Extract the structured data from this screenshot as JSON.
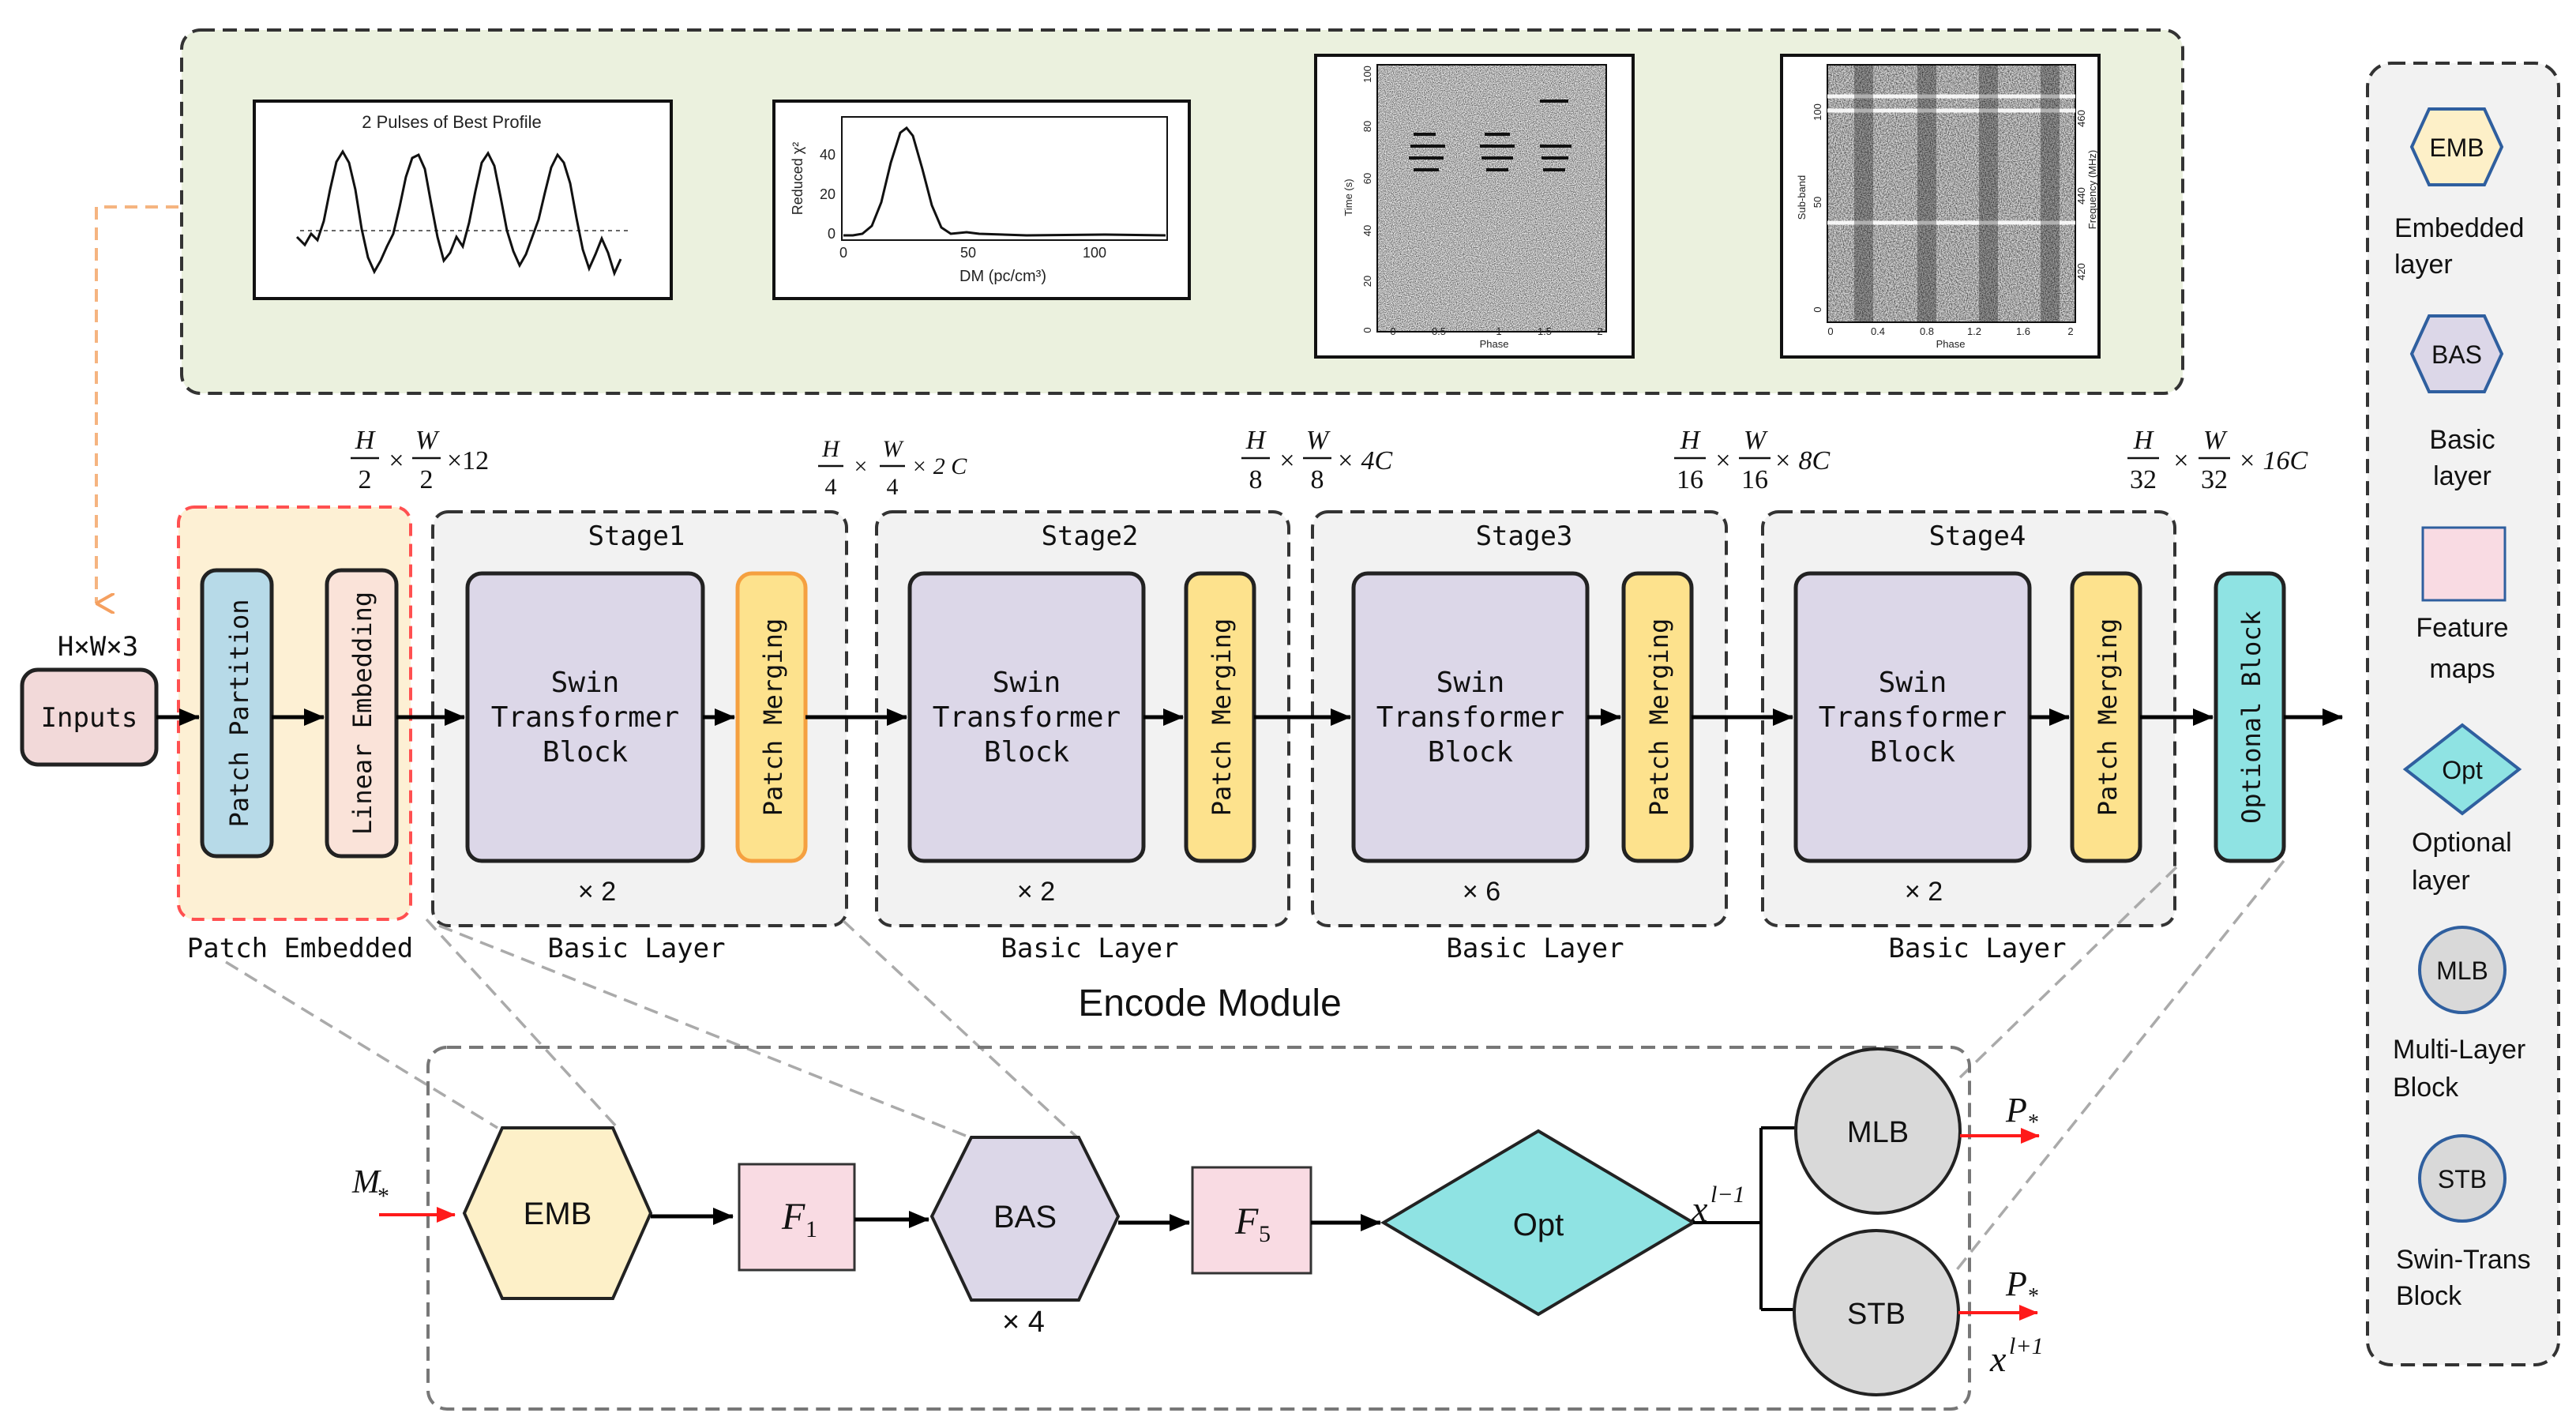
{
  "top_panel": {
    "profile_plot": {
      "title": "2 Pulses of Best Profile"
    },
    "dm_plot": {
      "ylabel": "Reduced χ²",
      "xlabel": "DM (pc/cm³)",
      "yticks": [
        "0",
        "20",
        "40"
      ],
      "xticks": [
        "0",
        "50",
        "100"
      ]
    },
    "time_phase_plot": {
      "ylabel": "Time (s)",
      "xlabel": "Phase",
      "yticks": [
        "0",
        "20",
        "40",
        "60",
        "80",
        "100"
      ],
      "xticks": [
        "0",
        "0.5",
        "1",
        "1.5",
        "2"
      ]
    },
    "subband_plot": {
      "ylabel": "Sub-band",
      "ylabel_right": "Frequency (MHz)",
      "xlabel": "Phase",
      "yticks": [
        "0",
        "50",
        "100"
      ],
      "yticks_right": [
        "420",
        "440",
        "460"
      ],
      "xticks": [
        "0",
        "0.4",
        "0.8",
        "1.2",
        "1.6",
        "2"
      ]
    }
  },
  "encoder": {
    "input_label": "Inputs",
    "input_dims": "H×W×3",
    "patch_partition": "Patch Partition",
    "linear_embedding": "Linear Embedding",
    "patch_embedded_label": "Patch Embedded",
    "dims": [
      {
        "num": "H",
        "den": "2",
        "num2": "W",
        "den2": "2",
        "mult": "×12"
      },
      {
        "num": "H",
        "den": "4",
        "num2": "W",
        "den2": "4",
        "mult": "× 2 C"
      },
      {
        "num": "H",
        "den": "8",
        "num2": "W",
        "den2": "8",
        "mult": "× 4C"
      },
      {
        "num": "H",
        "den": "16",
        "num2": "W",
        "den2": "16",
        "mult": "× 8C"
      },
      {
        "num": "H",
        "den": "32",
        "num2": "W",
        "den2": "32",
        "mult": "× 16C"
      }
    ],
    "times": "×",
    "stages": [
      {
        "title": "Stage1",
        "block": [
          "Swin",
          "Transformer",
          "Block"
        ],
        "repeat": "× 2",
        "merge": "Patch Merging",
        "label": "Basic Layer"
      },
      {
        "title": "Stage2",
        "block": [
          "Swin",
          "Transformer",
          "Block"
        ],
        "repeat": "× 2",
        "merge": "Patch Merging",
        "label": "Basic Layer"
      },
      {
        "title": "Stage3",
        "block": [
          "Swin",
          "Transformer",
          "Block"
        ],
        "repeat": "× 6",
        "merge": "Patch Merging",
        "label": "Basic Layer"
      },
      {
        "title": "Stage4",
        "block": [
          "Swin",
          "Transformer",
          "Block"
        ],
        "repeat": "× 2",
        "merge": "Patch Merging",
        "label": "Basic Layer"
      }
    ],
    "optional_block": "Optional Block",
    "module_title": "Encode Module"
  },
  "pipeline": {
    "input": "M",
    "input_sub": "*",
    "emb": "EMB",
    "f1": "F",
    "f1_sub": "1",
    "bas": "BAS",
    "bas_repeat": "× 4",
    "f5": "F",
    "f5_sub": "5",
    "opt": "Opt",
    "x_prev": "x",
    "x_prev_sup": "l−1",
    "mlb": "MLB",
    "stb": "STB",
    "p1": "P",
    "p1_sub": "*",
    "p2": "P",
    "p2_sub": "*",
    "x_next": "x",
    "x_next_sup": "l+1"
  },
  "legend": [
    {
      "symbol": "EMB",
      "label": "Embedded layer",
      "lines": [
        "Embedded",
        "layer"
      ]
    },
    {
      "symbol": "BAS",
      "label": "Basic layer",
      "lines": [
        "Basic",
        "layer"
      ]
    },
    {
      "symbol": "",
      "label": "Feature maps",
      "lines": [
        "Feature",
        "maps"
      ]
    },
    {
      "symbol": "Opt",
      "label": "Optional layer",
      "lines": [
        "Optional",
        "layer"
      ]
    },
    {
      "symbol": "MLB",
      "label": "Multi-Layer Block",
      "lines": [
        "Multi-Layer",
        "Block"
      ]
    },
    {
      "symbol": "STB",
      "label": "Swin-Trans Block",
      "lines": [
        "Swin-Trans",
        "Block"
      ]
    }
  ],
  "colors": {
    "top_panel_bg": "#ebf1de",
    "patch_embedded_bg": "#fdf0d4",
    "stage_bg": "#f2f2f2",
    "input_fill": "#f2d9d9",
    "patch_partition_fill": "#b7dae8",
    "linear_embedding_fill": "#fae3d9",
    "swin_fill": "#dcd7e8",
    "merge_fill": "#fde28d",
    "optional_fill": "#8fe3e3",
    "emb_fill": "#fdf0c8",
    "bas_fill": "#dcd7e8",
    "feature_fill": "#f9dbe3",
    "opt_fill": "#8fe3e3",
    "circle_fill": "#d9d9d9",
    "red_dash": "#ff5050",
    "orange_dash": "#f5b480"
  }
}
